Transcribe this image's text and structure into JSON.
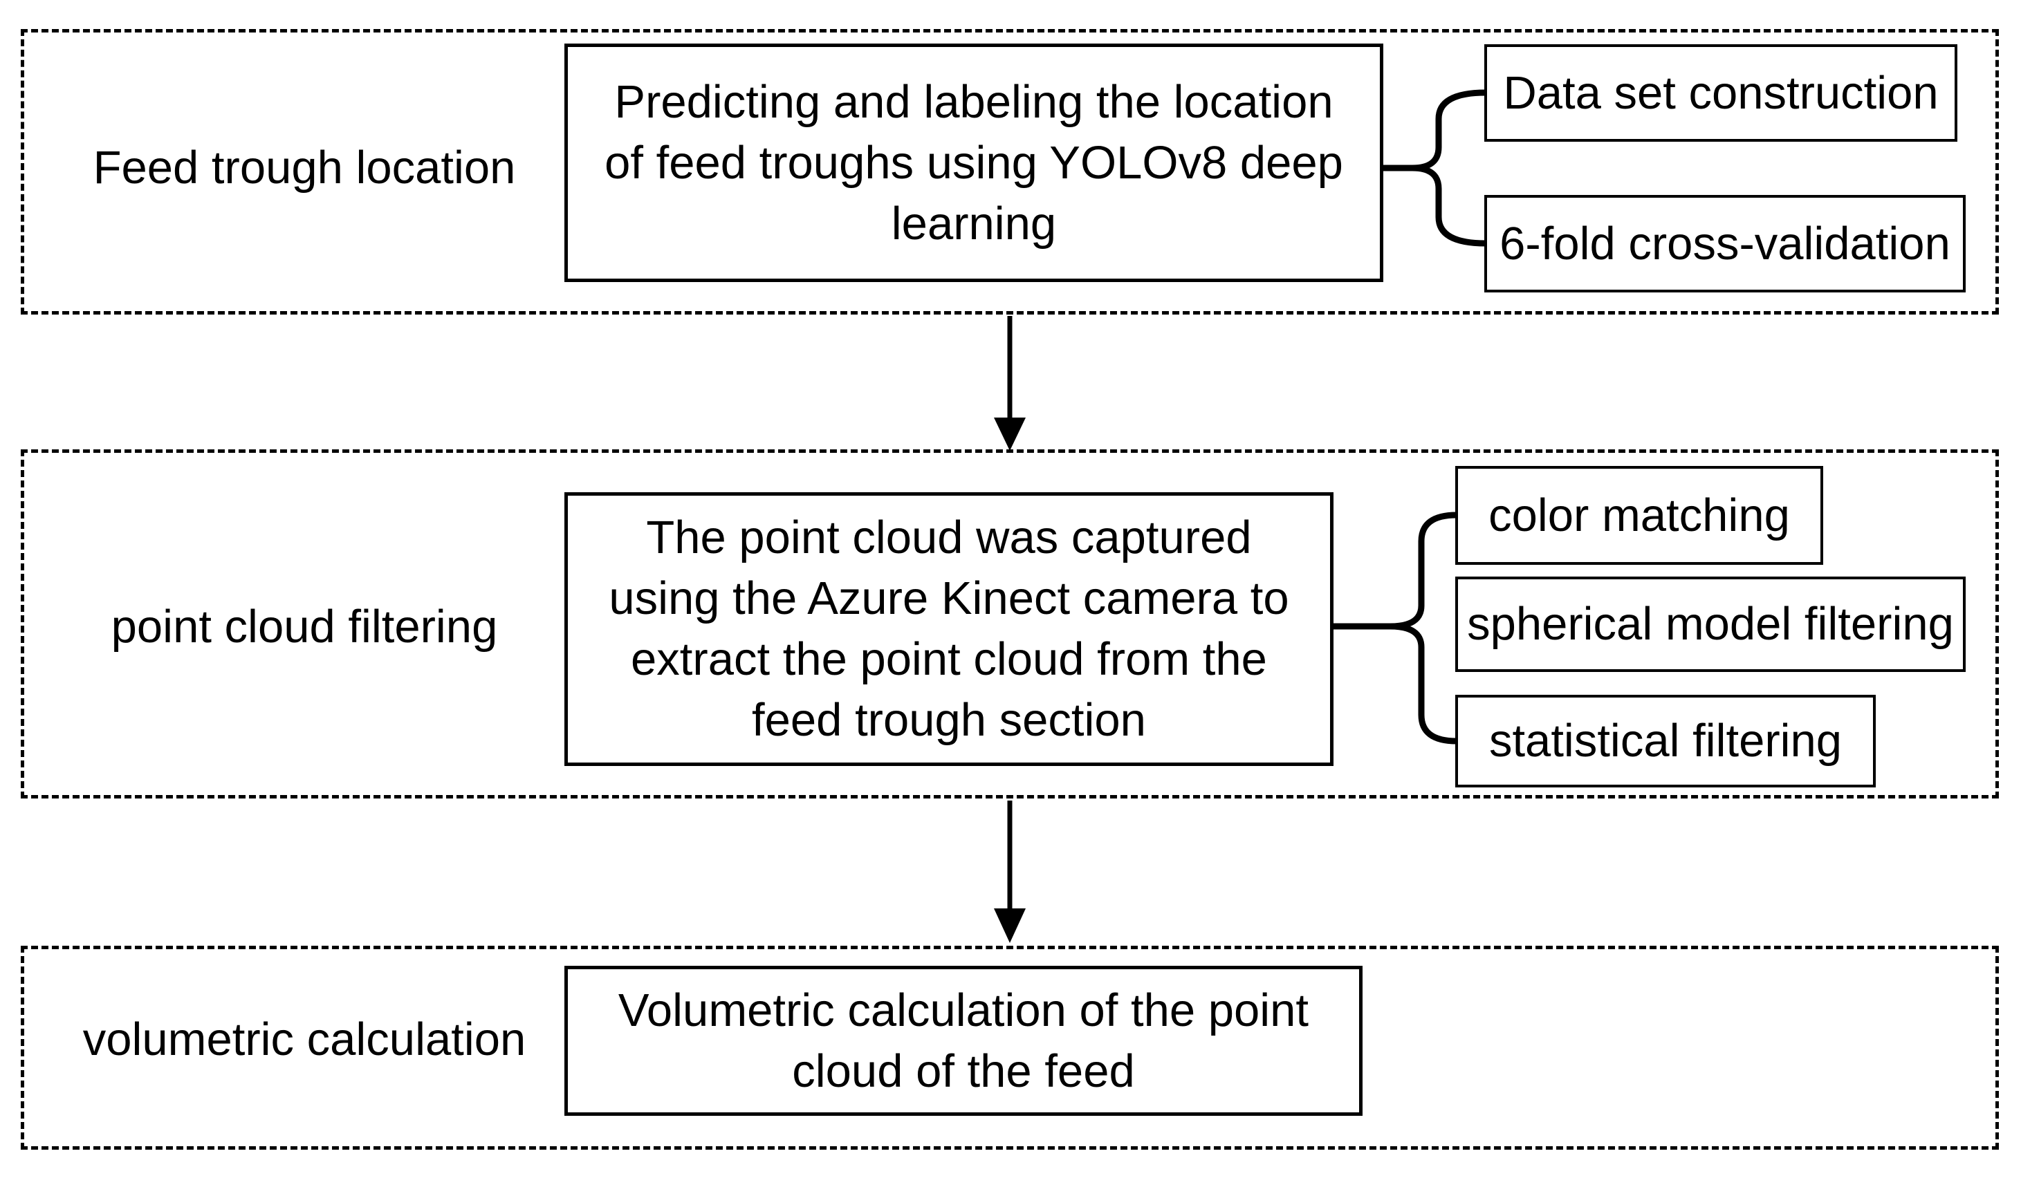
{
  "figure": {
    "colors": {
      "line": "#000000",
      "background": "#ffffff"
    },
    "sections": [
      {
        "label": "Feed trough location",
        "main_box": {
          "lines": [
            "Predicting and labeling the location",
            "of feed troughs using YOLOv8 deep",
            "learning"
          ]
        },
        "branches": [
          {
            "label": "Data set construction"
          },
          {
            "label": "6-fold cross-validation"
          }
        ]
      },
      {
        "label": "point cloud filtering",
        "main_box": {
          "lines": [
            "The point cloud was captured",
            "using the Azure Kinect camera to",
            "extract the point cloud from the",
            "feed trough section"
          ]
        },
        "branches": [
          {
            "label": "color matching"
          },
          {
            "label": "spherical model filtering"
          },
          {
            "label": "statistical filtering"
          }
        ]
      },
      {
        "label": "volumetric calculation",
        "main_box": {
          "lines": [
            "Volumetric calculation of the point",
            "cloud of the feed"
          ]
        },
        "branches": []
      }
    ]
  }
}
